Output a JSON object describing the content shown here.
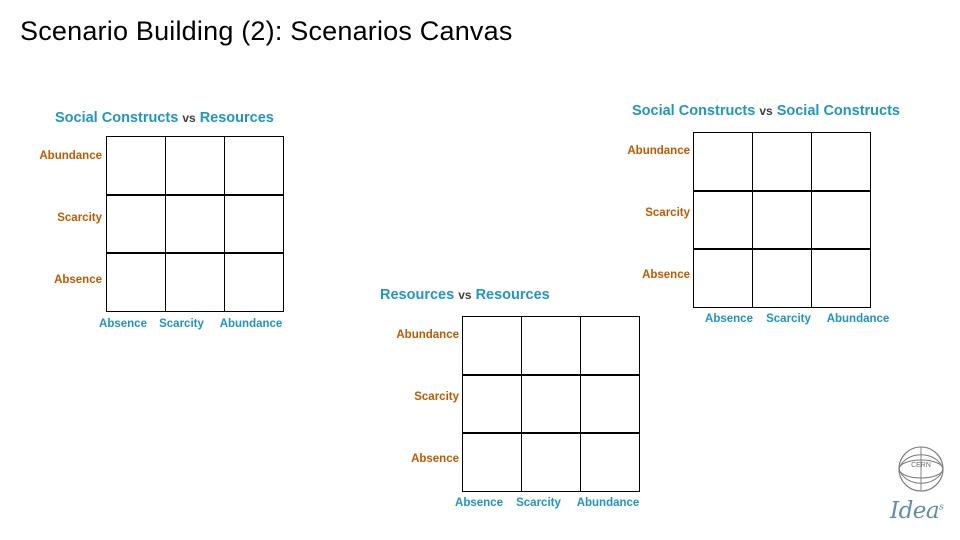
{
  "slide": {
    "title": "Scenario Building (2): Scenarios Canvas"
  },
  "colors": {
    "title_accent": "#2196c4",
    "row_label": "#c05a00",
    "col_label": "#1f93c4",
    "grid_line": "#000000",
    "logo": "#5f8fa8"
  },
  "blocks": [
    {
      "id": "social-constructs-vs-resources",
      "title_a": "Social Constructs",
      "title_vs": "vs",
      "title_b": "Resources",
      "row_labels": [
        "Abundance",
        "Scarcity",
        "Absence"
      ],
      "col_labels": [
        "Absence",
        "Scarcity",
        "Abundance"
      ],
      "cells": [
        [
          "",
          "",
          ""
        ],
        [
          "",
          "",
          ""
        ],
        [
          "",
          "",
          ""
        ]
      ]
    },
    {
      "id": "social-constructs-vs-social-constructs",
      "title_a": "Social Constructs",
      "title_vs": "vs",
      "title_b": "Social Constructs",
      "row_labels": [
        "Abundance",
        "Scarcity",
        "Absence"
      ],
      "col_labels": [
        "Absence",
        "Scarcity",
        "Abundance"
      ],
      "cells": [
        [
          "",
          "",
          ""
        ],
        [
          "",
          "",
          ""
        ],
        [
          "",
          "",
          ""
        ]
      ]
    },
    {
      "id": "resources-vs-resources",
      "title_a": "Resources",
      "title_vs": "vs",
      "title_b": "Resources",
      "row_labels": [
        "Abundance",
        "Scarcity",
        "Absence"
      ],
      "col_labels": [
        "Absence",
        "Scarcity",
        "Abundance"
      ],
      "cells": [
        [
          "",
          "",
          ""
        ],
        [
          "",
          "",
          ""
        ],
        [
          "",
          "",
          ""
        ]
      ]
    }
  ],
  "logos": {
    "cern_label": "CERN",
    "ideas_label": "Idea",
    "ideas_sup": "s"
  }
}
